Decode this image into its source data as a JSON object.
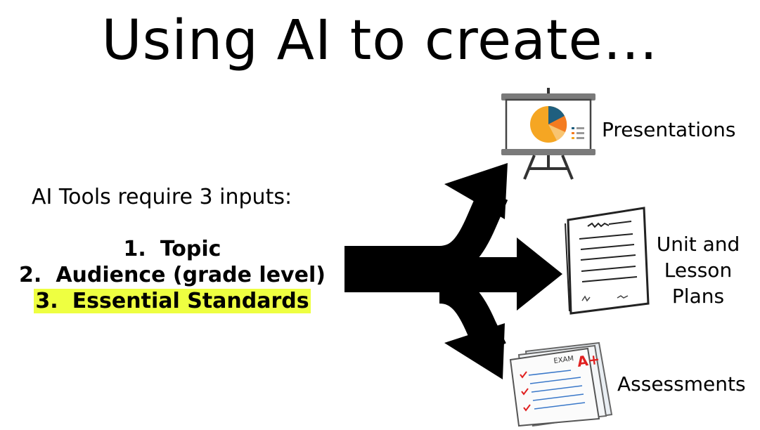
{
  "slide": {
    "title": "Using AI to create…",
    "intro": "AI Tools require 3 inputs:",
    "inputs": [
      {
        "num": "1.",
        "label": "Topic",
        "highlight": false
      },
      {
        "num": "2.",
        "label": "Audience (grade level)",
        "highlight": false
      },
      {
        "num": "3.",
        "label": "Essential Standards",
        "highlight": true
      }
    ],
    "outputs": {
      "presentations": "Presentations",
      "plans_line1": "Unit and",
      "plans_line2": "Lesson",
      "plans_line3": "Plans",
      "assessments": "Assessments"
    },
    "icons": {
      "presentation": "presentation-easel-icon",
      "document": "lesson-plan-document-icon",
      "exam": "graded-exam-icon",
      "arrows": "three-way-arrow-icon"
    },
    "exam_text": {
      "header": "EXAM",
      "grade": "A+"
    },
    "colors": {
      "highlight": "#eeff41",
      "pie_blue": "#1f5f7f",
      "pie_orange": "#f5a623",
      "pie_darkorange": "#f47b20",
      "grade_red": "#e02020"
    }
  }
}
